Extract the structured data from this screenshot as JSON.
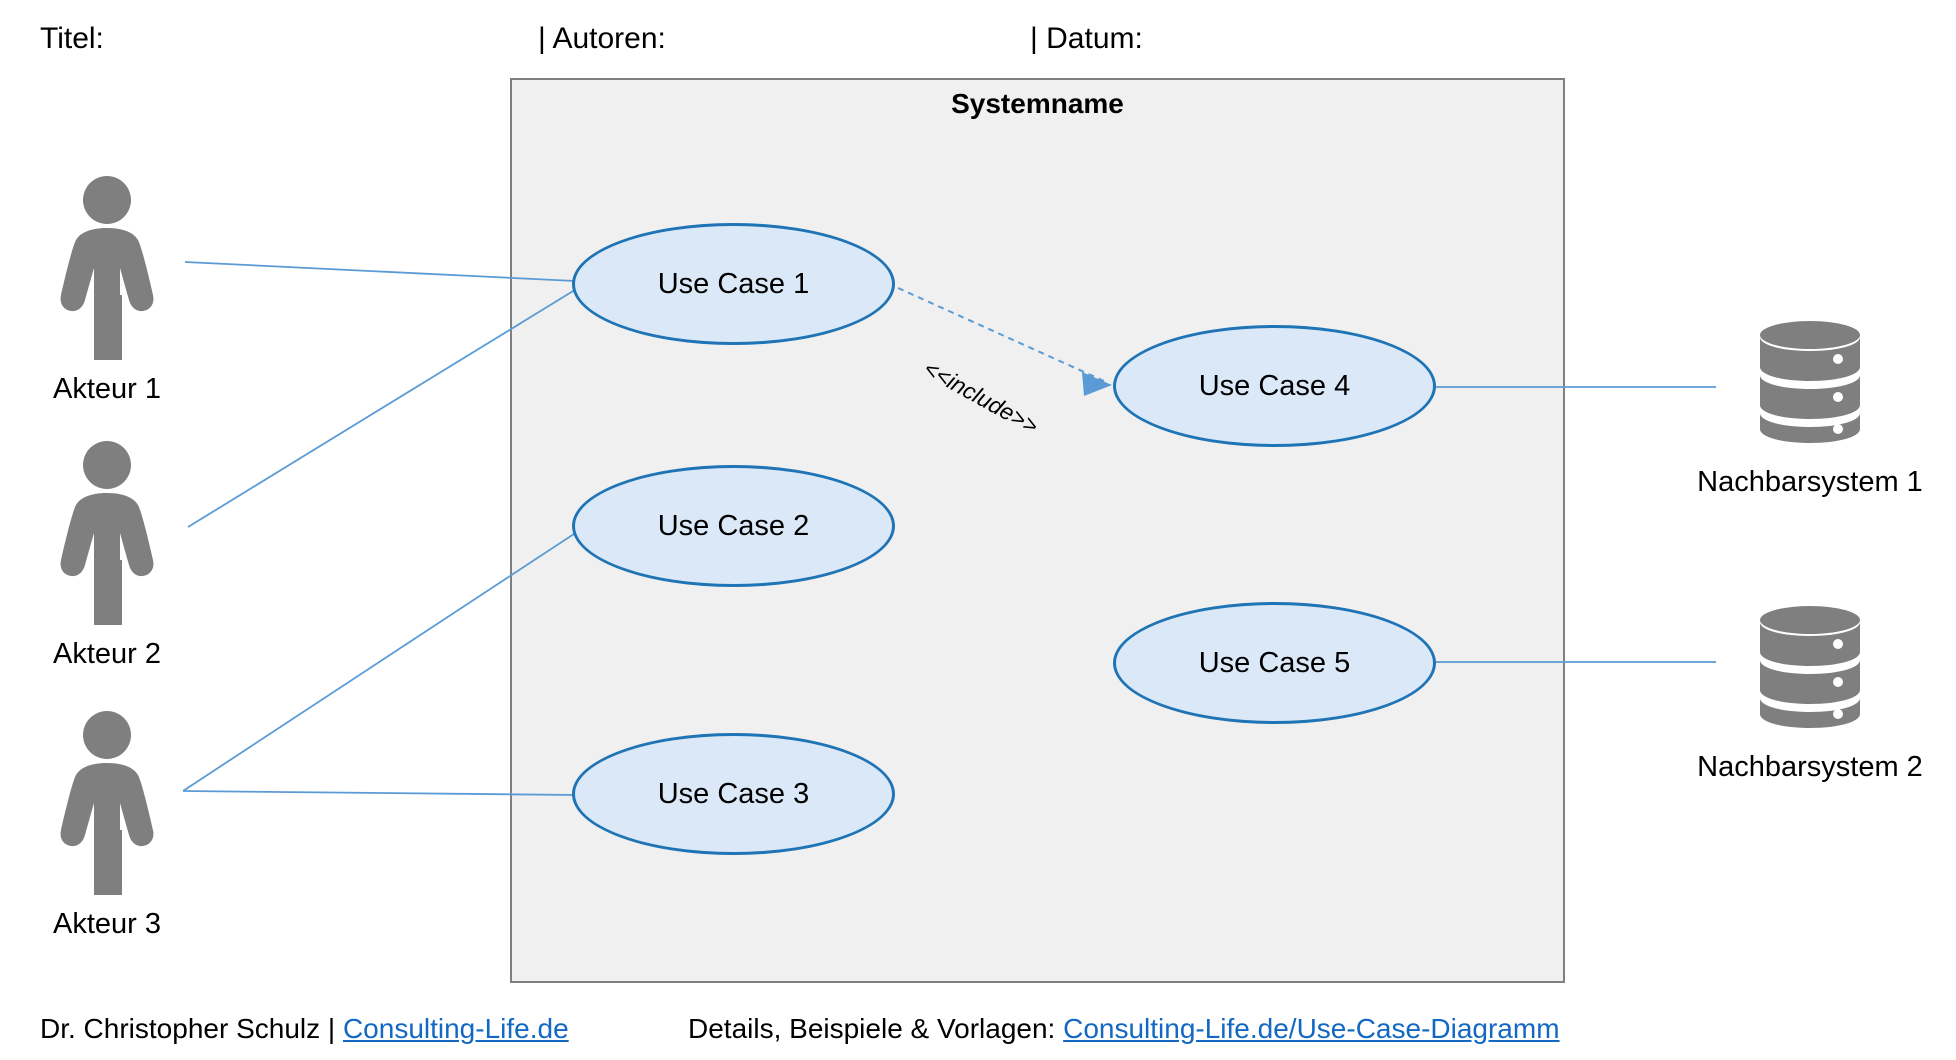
{
  "header": {
    "title_label": "Titel:",
    "authors_label": "| Autoren:",
    "date_label": "| Datum:"
  },
  "system": {
    "name": "Systemname"
  },
  "use_cases": [
    {
      "id": "uc1",
      "label": "Use Case 1"
    },
    {
      "id": "uc2",
      "label": "Use Case 2"
    },
    {
      "id": "uc3",
      "label": "Use Case 3"
    },
    {
      "id": "uc4",
      "label": "Use Case 4"
    },
    {
      "id": "uc5",
      "label": "Use Case 5"
    }
  ],
  "actors": [
    {
      "id": "actor1",
      "label": "Akteur 1"
    },
    {
      "id": "actor2",
      "label": "Akteur 2"
    },
    {
      "id": "actor3",
      "label": "Akteur 3"
    }
  ],
  "neighbour_systems": [
    {
      "id": "neighbour1",
      "label": "Nachbarsystem 1"
    },
    {
      "id": "neighbour2",
      "label": "Nachbarsystem 2"
    }
  ],
  "relationships": {
    "include_label": "<<include>>"
  },
  "footer": {
    "left_text": "Dr. Christopher Schulz | ",
    "left_link": "Consulting-Life.de",
    "right_text": "Details, Beispiele & Vorlagen: ",
    "right_link": "Consulting-Life.de/Use-Case-Diagramm"
  },
  "colors": {
    "usecase_fill": "#dbe8f7",
    "usecase_stroke": "#1f74b5",
    "system_fill": "#f0f0f0",
    "system_border": "#7f7f7f",
    "actor_grey": "#7f7f7f",
    "connector": "#5b9bd5",
    "link_blue": "#1268c3"
  }
}
